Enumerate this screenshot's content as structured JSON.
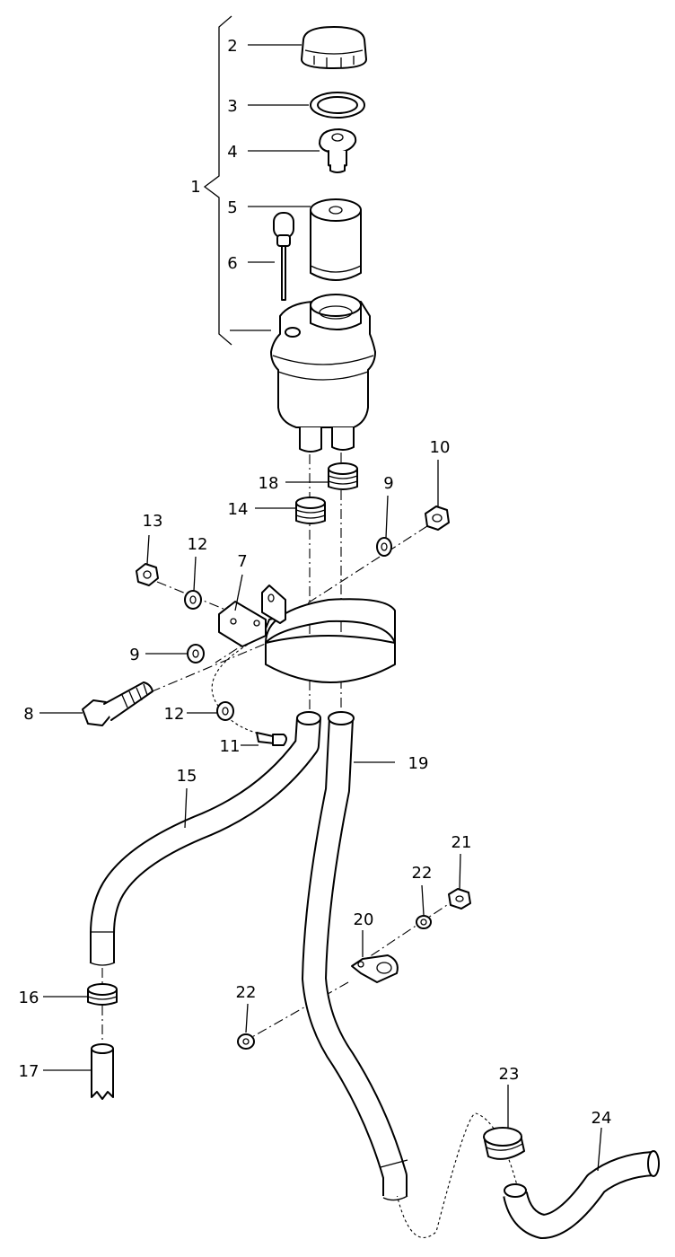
{
  "callouts": [
    {
      "id": "1",
      "text": "1"
    },
    {
      "id": "2",
      "text": "2"
    },
    {
      "id": "3",
      "text": "3"
    },
    {
      "id": "4",
      "text": "4"
    },
    {
      "id": "5",
      "text": "5"
    },
    {
      "id": "6",
      "text": "6"
    },
    {
      "id": "7",
      "text": "7"
    },
    {
      "id": "8",
      "text": "8"
    },
    {
      "id": "9a",
      "text": "9"
    },
    {
      "id": "9b",
      "text": "9"
    },
    {
      "id": "10",
      "text": "10"
    },
    {
      "id": "11",
      "text": "11"
    },
    {
      "id": "12a",
      "text": "12"
    },
    {
      "id": "12b",
      "text": "12"
    },
    {
      "id": "13",
      "text": "13"
    },
    {
      "id": "14",
      "text": "14"
    },
    {
      "id": "15",
      "text": "15"
    },
    {
      "id": "16",
      "text": "16"
    },
    {
      "id": "17",
      "text": "17"
    },
    {
      "id": "18",
      "text": "18"
    },
    {
      "id": "19",
      "text": "19"
    },
    {
      "id": "20",
      "text": "20"
    },
    {
      "id": "21",
      "text": "21"
    },
    {
      "id": "22a",
      "text": "22"
    },
    {
      "id": "22b",
      "text": "22"
    },
    {
      "id": "23",
      "text": "23"
    },
    {
      "id": "24",
      "text": "24"
    }
  ]
}
